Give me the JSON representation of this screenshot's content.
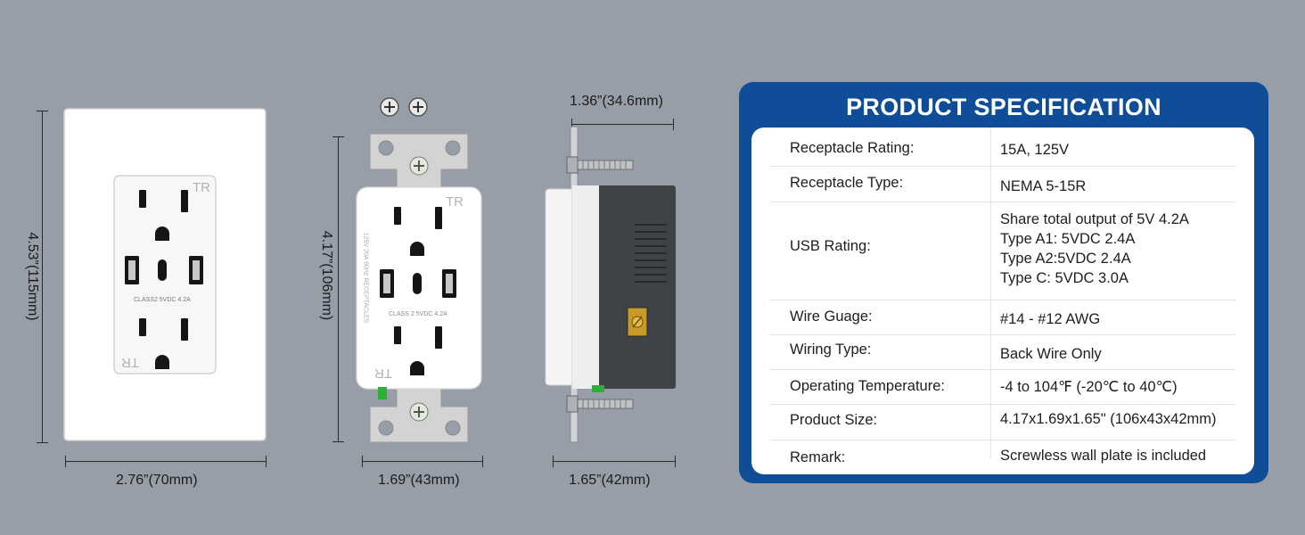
{
  "dimensions": {
    "plate_height": "4.53”(115mm)",
    "plate_width": "2.76”(70mm)",
    "receptacle_height": "4.17”(106mm)",
    "receptacle_width": "1.69”(43mm)",
    "side_top": "1.36”(34.6mm)",
    "side_bottom": "1.65”(42mm)"
  },
  "plate": {
    "tr_mark": "TR",
    "usb_label": "CLASS2 5VDC 4.2A"
  },
  "receptacle": {
    "tr_mark": "TR",
    "usb_label": "CLASS 2 5VDC 4.2A",
    "side_print": "125V 20A 60Hz RECEPTACLES"
  },
  "spec": {
    "title": "PRODUCT SPECIFICATION",
    "rows": [
      {
        "label": "Receptacle Rating:",
        "value": [
          "15A, 125V"
        ]
      },
      {
        "label": "Receptacle Type:",
        "value": [
          "NEMA 5-15R"
        ]
      },
      {
        "label": "USB Rating:",
        "value": [
          "Share total output of 5V 4.2A",
          "Type A1: 5VDC 2.4A",
          "Type A2:5VDC 2.4A",
          "Type C: 5VDC 3.0A"
        ]
      },
      {
        "label": "Wire Guage:",
        "value": [
          "#14 - #12 AWG"
        ]
      },
      {
        "label": "Wiring Type:",
        "value": [
          "Back Wire Only"
        ]
      },
      {
        "label": "Operating Temperature:",
        "value": [
          "-4 to 104℉ (-20℃ to 40℃)"
        ]
      },
      {
        "label": "Product Size:",
        "value": [
          "4.17x1.69x1.65\" (106x43x42mm)"
        ]
      },
      {
        "label": "Remark:",
        "value": [
          "Screwless wall plate is included"
        ]
      }
    ]
  },
  "colors": {
    "background": "#979ea8",
    "panel_blue": "#0f4d99",
    "card_white": "#ffffff"
  }
}
